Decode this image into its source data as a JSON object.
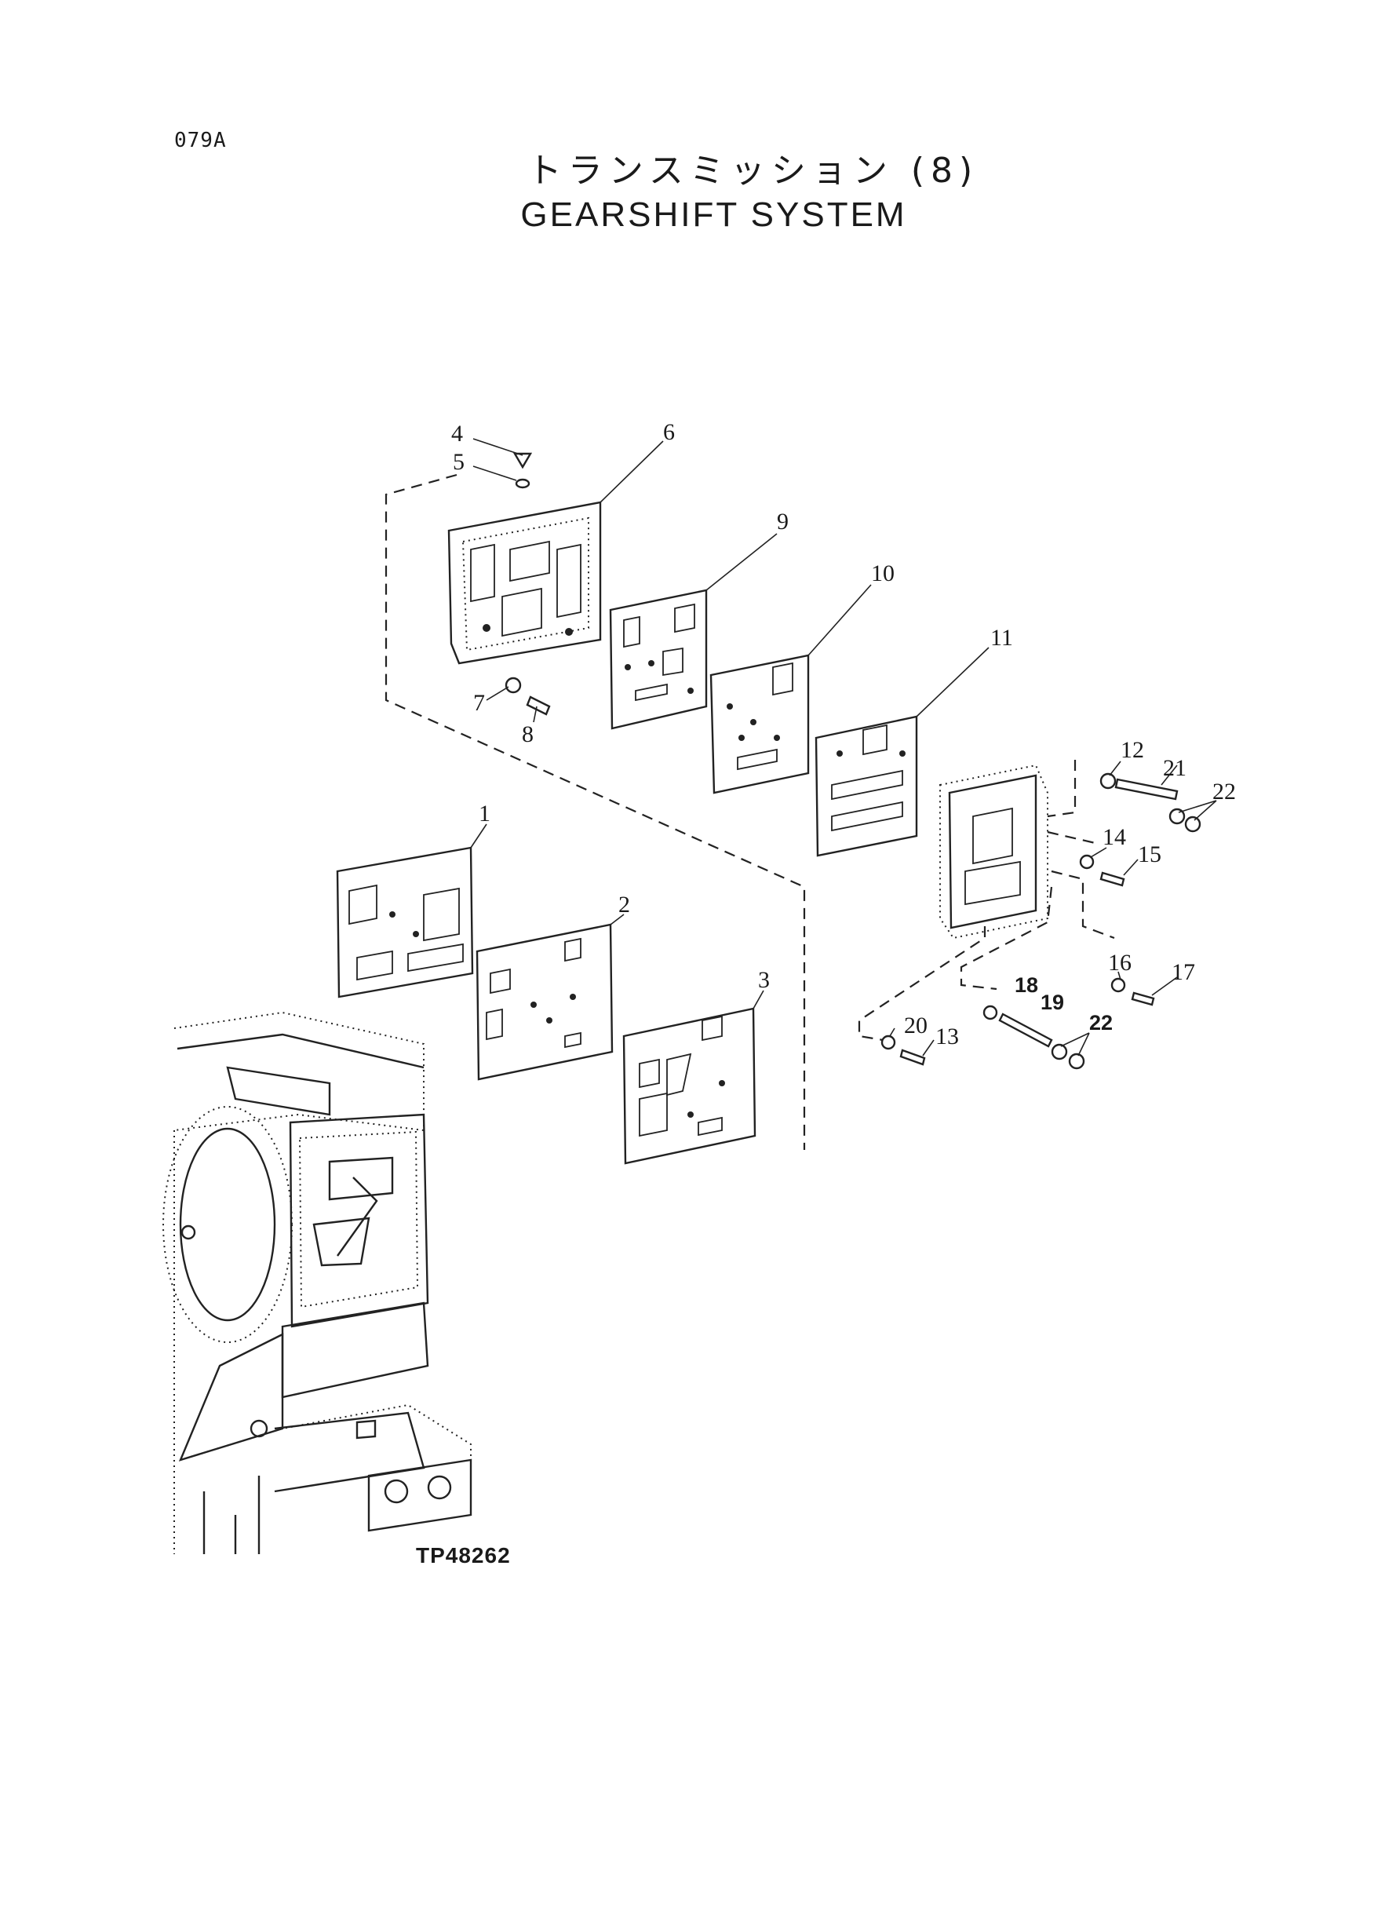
{
  "page": {
    "code": "079A",
    "title_jp": "トランスミッション (8)",
    "title_en": "GEARSHIFT SYSTEM",
    "drawing_number": "TP48262"
  },
  "callouts": {
    "c1": "1",
    "c2": "2",
    "c3": "3",
    "c4": "4",
    "c5": "5",
    "c6": "6",
    "c7": "7",
    "c8": "8",
    "c9": "9",
    "c10": "10",
    "c11": "11",
    "c12": "12",
    "c13": "13",
    "c14": "14",
    "c15": "15",
    "c16": "16",
    "c17": "17",
    "c18": "18",
    "c19": "19",
    "c20": "20",
    "c21": "21",
    "c22a": "22",
    "c22b": "22"
  }
}
